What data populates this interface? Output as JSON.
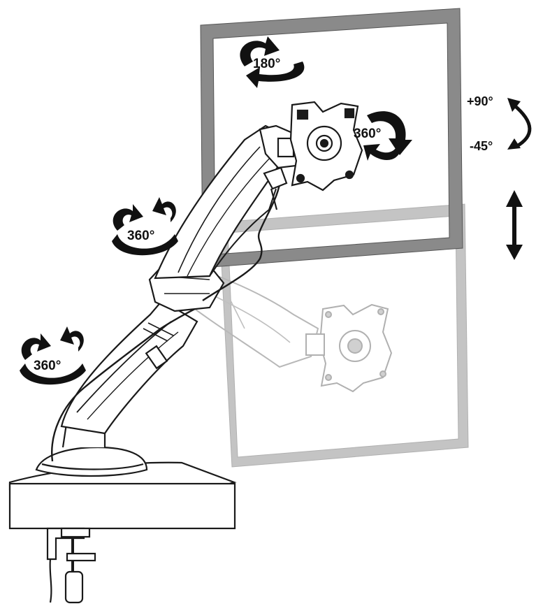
{
  "labels": {
    "rotate_180": "180°",
    "rotate_360_vesa": "360°",
    "swivel_360_elbow": "360°",
    "swivel_360_base": "360°",
    "tilt_up": "+90°",
    "tilt_down": "-45°"
  },
  "colors": {
    "line": "#1a1a1a",
    "monitor_frame_main": "#8a8a8a",
    "monitor_frame_ghost": "#c2c2c2",
    "ghost_line": "#b5b5b5",
    "arrow": "#111111"
  },
  "icons": {
    "rotation": "curved-rotation-arrow-icon",
    "tilt": "curved-tilt-arrow-icon",
    "height": "vertical-double-arrow-icon"
  }
}
